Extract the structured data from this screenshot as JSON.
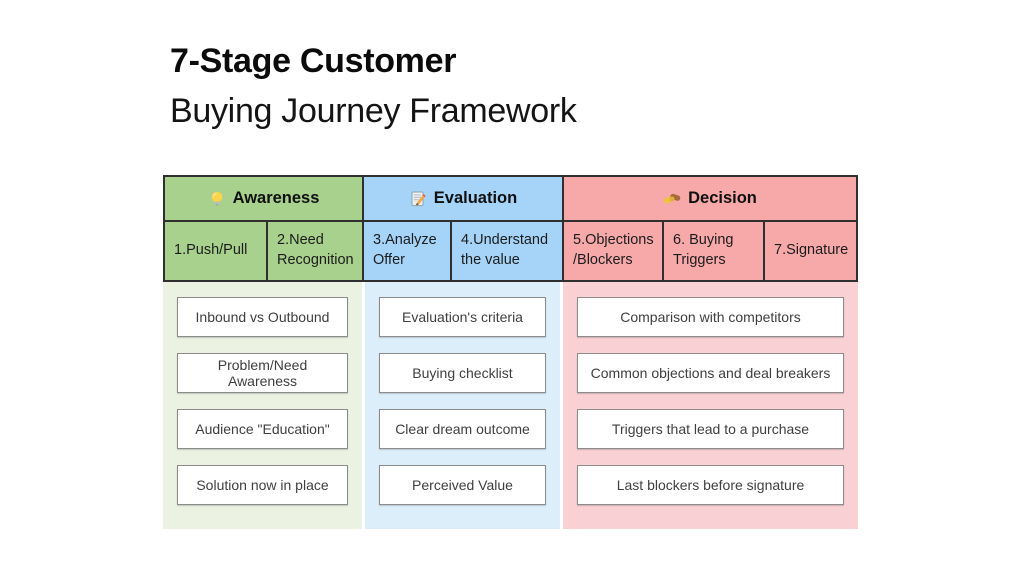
{
  "title": {
    "line1": "7-Stage Customer",
    "line2": "Buying Journey Framework"
  },
  "palette": {
    "grid_border": "#2f2f2f",
    "awareness_header": "#a7d18c",
    "awareness_body": "#ebf2e1",
    "evaluation_header": "#a5d4f8",
    "evaluation_body": "#ddeefb",
    "decision_header": "#f7a9aa",
    "decision_body": "#f9d1d4",
    "card_bg": "#ffffff",
    "card_border": "#8c8c8c"
  },
  "columns": [
    {
      "name": "Awareness",
      "icon": "lightbulb-icon",
      "stages": [
        {
          "label": "1.Push/Pull"
        },
        {
          "label": "2.Need\nRecognition"
        }
      ],
      "items": [
        "Inbound vs Outbound",
        "Problem/Need Awareness",
        "Audience \"Education\"",
        "Solution now in place"
      ]
    },
    {
      "name": "Evaluation",
      "icon": "memo-icon",
      "stages": [
        {
          "label": "3.Analyze\nOffer"
        },
        {
          "label": "4.Understand\nthe value"
        }
      ],
      "items": [
        "Evaluation's criteria",
        "Buying checklist",
        "Clear dream outcome",
        "Perceived Value"
      ]
    },
    {
      "name": "Decision",
      "icon": "handshake-icon",
      "stages": [
        {
          "label": "5.Objections\n/Blockers"
        },
        {
          "label": "6. Buying\nTriggers"
        },
        {
          "label": "7.Signature"
        }
      ],
      "items": [
        "Comparison with competitors",
        "Common objections and deal breakers",
        "Triggers that lead to a purchase",
        "Last blockers before signature"
      ]
    }
  ]
}
